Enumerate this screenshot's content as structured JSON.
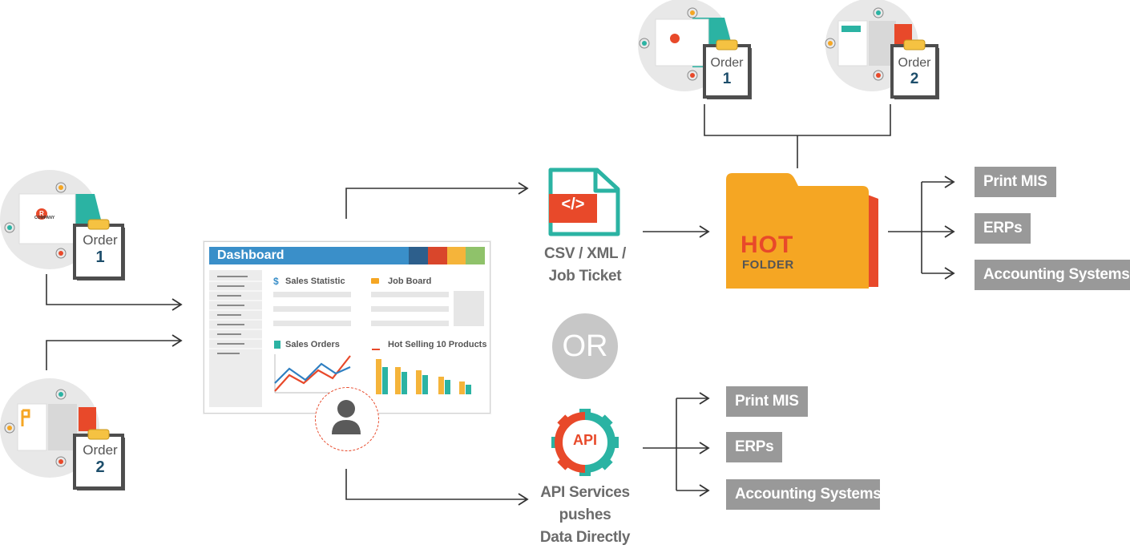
{
  "left_orders": [
    {
      "label": "Order",
      "number": "1"
    },
    {
      "label": "Order",
      "number": "2"
    }
  ],
  "top_orders": [
    {
      "label": "Order",
      "number": "1"
    },
    {
      "label": "Order",
      "number": "2"
    }
  ],
  "card_text": {
    "company": "COMPANY",
    "logo_letter": "R"
  },
  "dashboard": {
    "title": "Dashboard",
    "widgets": {
      "sales_statistic": "Sales Statistic",
      "job_board": "Job Board",
      "sales_orders": "Sales Orders",
      "hot_selling": "Hot Selling 10 Products"
    }
  },
  "file_icon": {
    "code": "</>",
    "caption_line1": "CSV / XML /",
    "caption_line2": "Job Ticket"
  },
  "or_label": "OR",
  "hot_folder": {
    "title": "HOT",
    "subtitle": "FOLDER"
  },
  "api": {
    "icon_label": "API",
    "caption_line1": "API Services",
    "caption_line2": "pushes",
    "caption_line3": "Data Directly"
  },
  "outputs_top": [
    "Print MIS",
    "ERPs",
    "Accounting Systems"
  ],
  "outputs_bottom": [
    "Print MIS",
    "ERPs",
    "Accounting Systems"
  ],
  "colors": {
    "teal": "#2bb3a3",
    "orange": "#f5a623",
    "red": "#e8492a",
    "gray_label": "#999999",
    "blue": "#3a8fc9",
    "dark": "#4d4d4d"
  }
}
